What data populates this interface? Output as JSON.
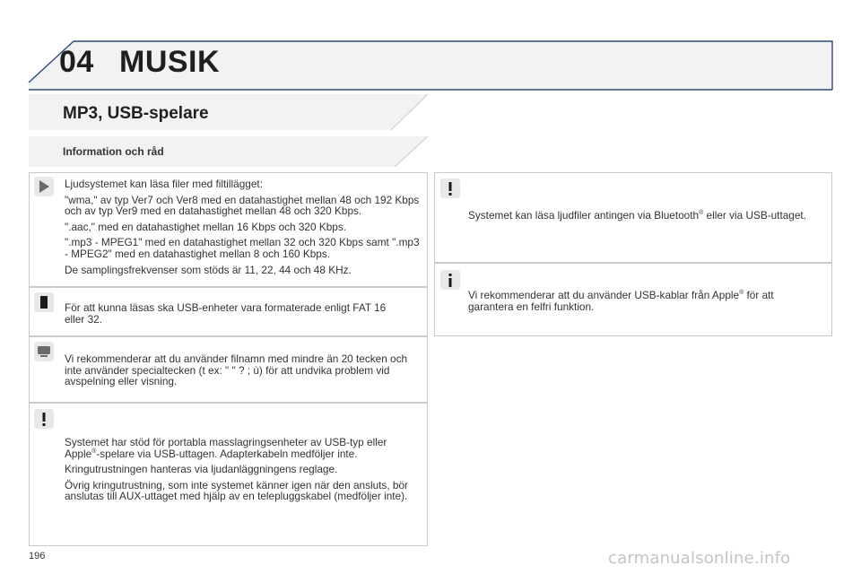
{
  "header": {
    "chapter_number": "04",
    "chapter_title": "MUSIK"
  },
  "section": {
    "title": "MP3, USB-spelare",
    "subtitle": "Information och råd"
  },
  "left_column": {
    "box1": {
      "lines": [
        "Ljudsystemet kan läsa filer med filtillägget:",
        "\"wma,\" av typ Ver7 och Ver8 med en datahastighet mellan 48 och 192 Kbps och av typ Ver9 med en datahastighet mellan 48 och 320 Kbps.",
        "\".aac,\" med en datahastighet mellan 16 Kbps och 320 Kbps.",
        "\".mp3 - MPEG1\" med en datahastighet mellan 32 och 320 Kbps samt \".mp3 - MPEG2\" med en datahastighet mellan 8 och 160 Kbps.",
        "De samplingsfrekvenser som stöds är 11, 22, 44 och 48 KHz."
      ]
    },
    "box2": {
      "text": "För att kunna läsas ska USB-enheter vara formaterade enligt FAT 16 eller 32."
    },
    "box3": {
      "text": "Vi rekommenderar att du använder filnamn med mindre än 20 tecken och inte använder specialtecken (t ex: \" \" ? ; ù) för att undvika problem vid avspelning eller visning."
    },
    "box4": {
      "p1_before": "Systemet har stöd för portabla masslagringsenheter av USB-typ eller Apple",
      "p1_sup": "®",
      "p1_after": "-spelare via USB-uttagen. Adapterkabeln medföljer inte.",
      "p2": "Kringutrustningen hanteras via ljudanläggningens reglage.",
      "p3": "Övrig kringutrustning, som inte systemet känner igen när den ansluts, bör anslutas till AUX-uttaget med hjälp av en telepluggskabel (medföljer inte)."
    }
  },
  "right_column": {
    "box1": {
      "before": "Systemet kan läsa ljudfiler antingen via Bluetooth",
      "sup": "®",
      "after": " eller via USB-uttaget."
    },
    "box2": {
      "before": "Vi rekommenderar att du använder USB-kablar från Apple",
      "sup": "®",
      "after": " för att garantera en felfri funktion."
    }
  },
  "footer": {
    "page_number": "196",
    "watermark": "carmanualsonline.info"
  },
  "icons": {
    "tip": "speaker-note-icon",
    "bullet": "black-square-icon",
    "warning": "exclamation-icon",
    "info": "info-icon"
  },
  "colors": {
    "band": "#f2f2f2",
    "border": "#c9c9c9",
    "header_line": "#2b4a7a",
    "icon_bg": "#e8e8e8"
  }
}
